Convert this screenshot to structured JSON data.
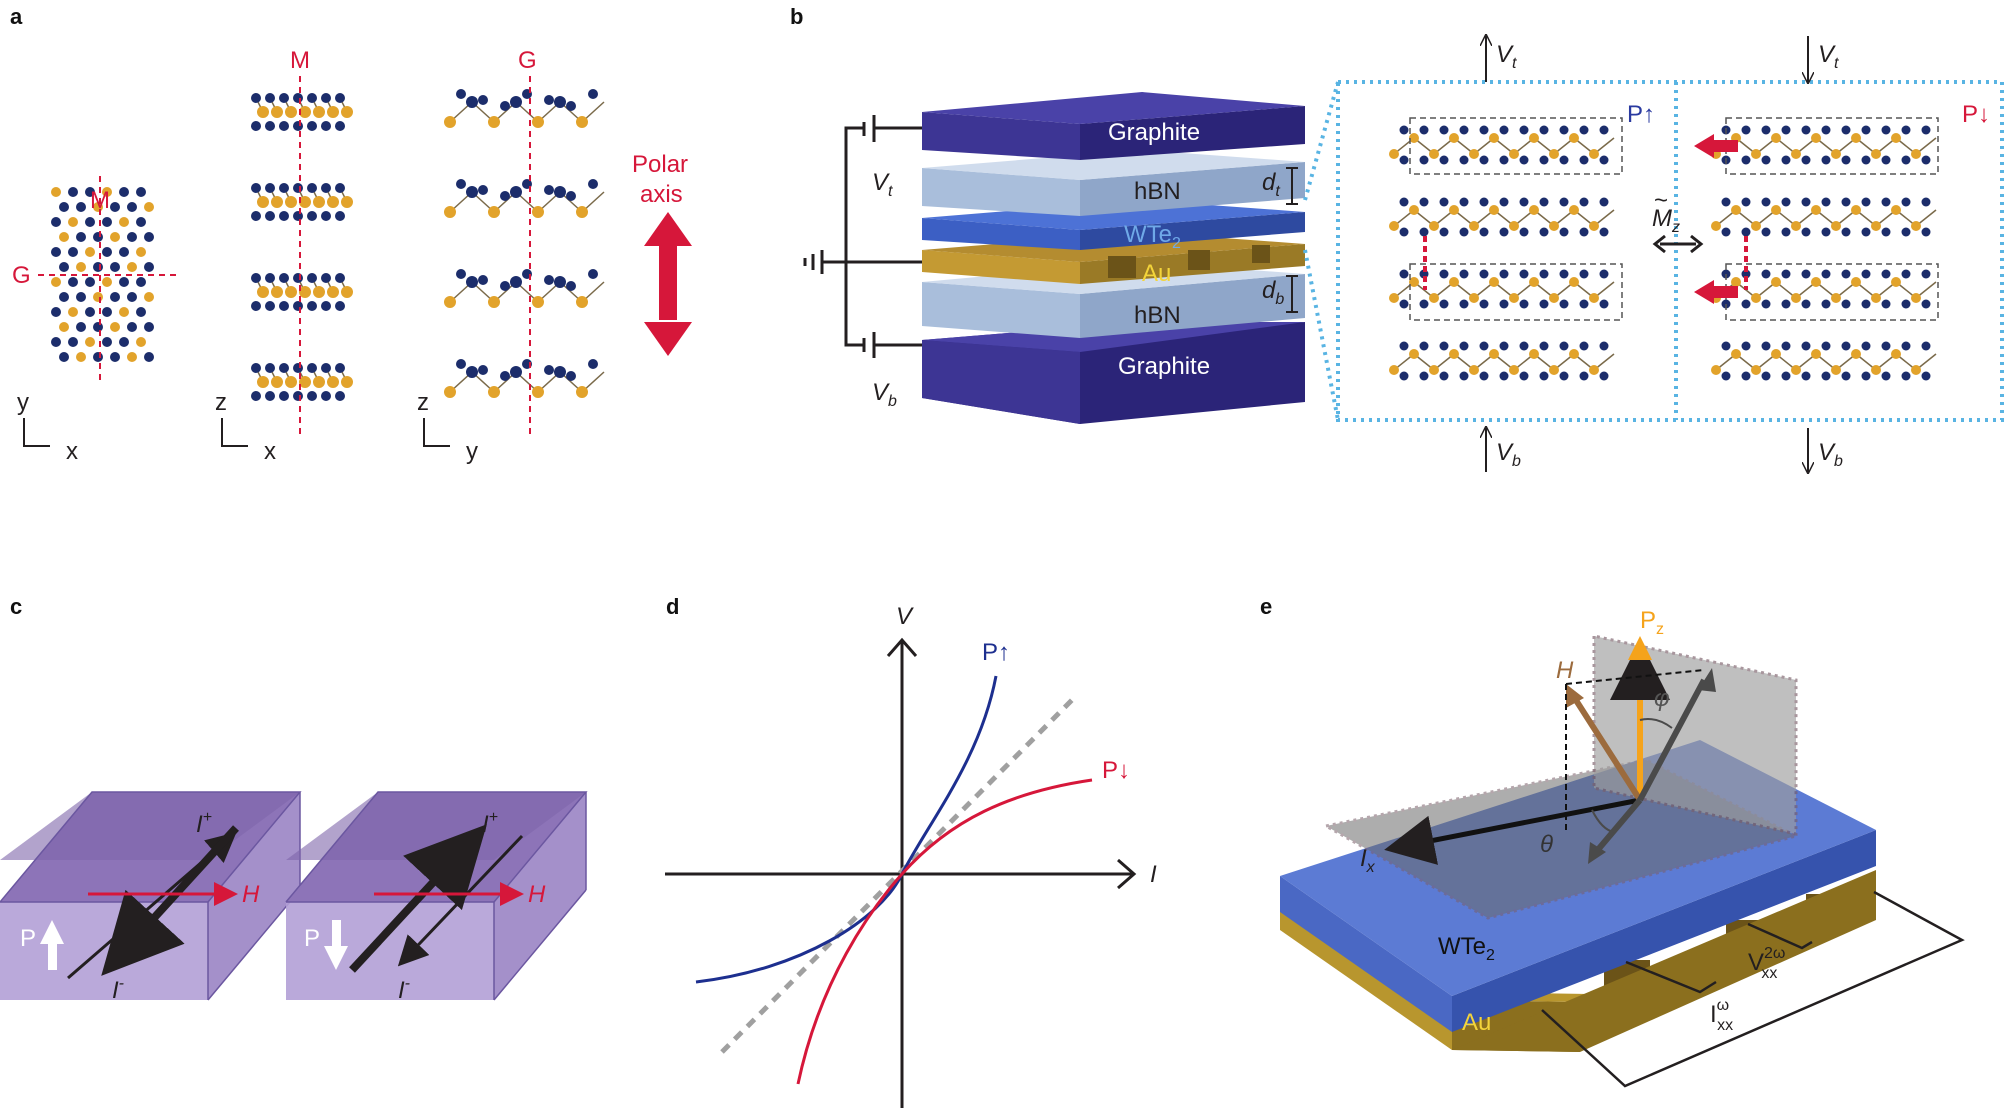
{
  "panels": {
    "a": {
      "label": "a",
      "line_labels": [
        "M",
        "G",
        "M",
        "G"
      ],
      "polar_axis": [
        "Polar",
        "axis"
      ],
      "axes": [
        [
          "y",
          "x"
        ],
        [
          "z",
          "x"
        ],
        [
          "z",
          "y"
        ]
      ]
    },
    "b": {
      "label": "b",
      "layers": [
        "Graphite",
        "hBN",
        "WTe",
        "Au",
        "hBN",
        "Graphite"
      ],
      "wte_sub": "2",
      "gates": {
        "top": "V",
        "top_sub": "t",
        "bottom": "V",
        "bottom_sub": "b"
      },
      "thickness": {
        "top": "d",
        "top_sub": "t",
        "bottom": "d",
        "bottom_sub": "b"
      },
      "pol_up": "P↑",
      "pol_down": "P↓",
      "mirror": "M",
      "mirror_sub": "z",
      "mirror_tilde": "~"
    },
    "c": {
      "label": "c",
      "P": "P",
      "H": "H",
      "I_plus": "I",
      "I_plus_sup": "+",
      "I_minus": "I",
      "I_minus_sup": "-"
    },
    "d": {
      "label": "d",
      "x_axis": "I",
      "y_axis": "V",
      "series_up": "P↑",
      "series_down": "P↓"
    },
    "e": {
      "label": "e",
      "Pz": "P",
      "Pz_sub": "z",
      "H": "H",
      "phi": "φ",
      "theta": "θ",
      "Ix": "I",
      "Ix_sub": "x",
      "WTe": "WTe",
      "WTe_sub": "2",
      "Au": "Au",
      "V2w": "V",
      "V2w_sup": "2ω",
      "V2w_sub": "xx",
      "Iw": "I",
      "Iw_sup": "ω",
      "Iw_sub": "xx"
    }
  },
  "colors": {
    "red": "#d6173a",
    "blue_curve": "#1d2f8f",
    "graphite": "#3d3594",
    "hbn": "#9db7d8",
    "wte2": "#3d60c0",
    "au": "#a88a2a",
    "purple_box": "#9b84c2",
    "dashed_frame": "#59b4e3",
    "atom_blue": "#1c2d6b",
    "atom_gold": "#e2a32b",
    "pz_orange": "#f5a31b",
    "h_brown": "#9c6b3d"
  }
}
